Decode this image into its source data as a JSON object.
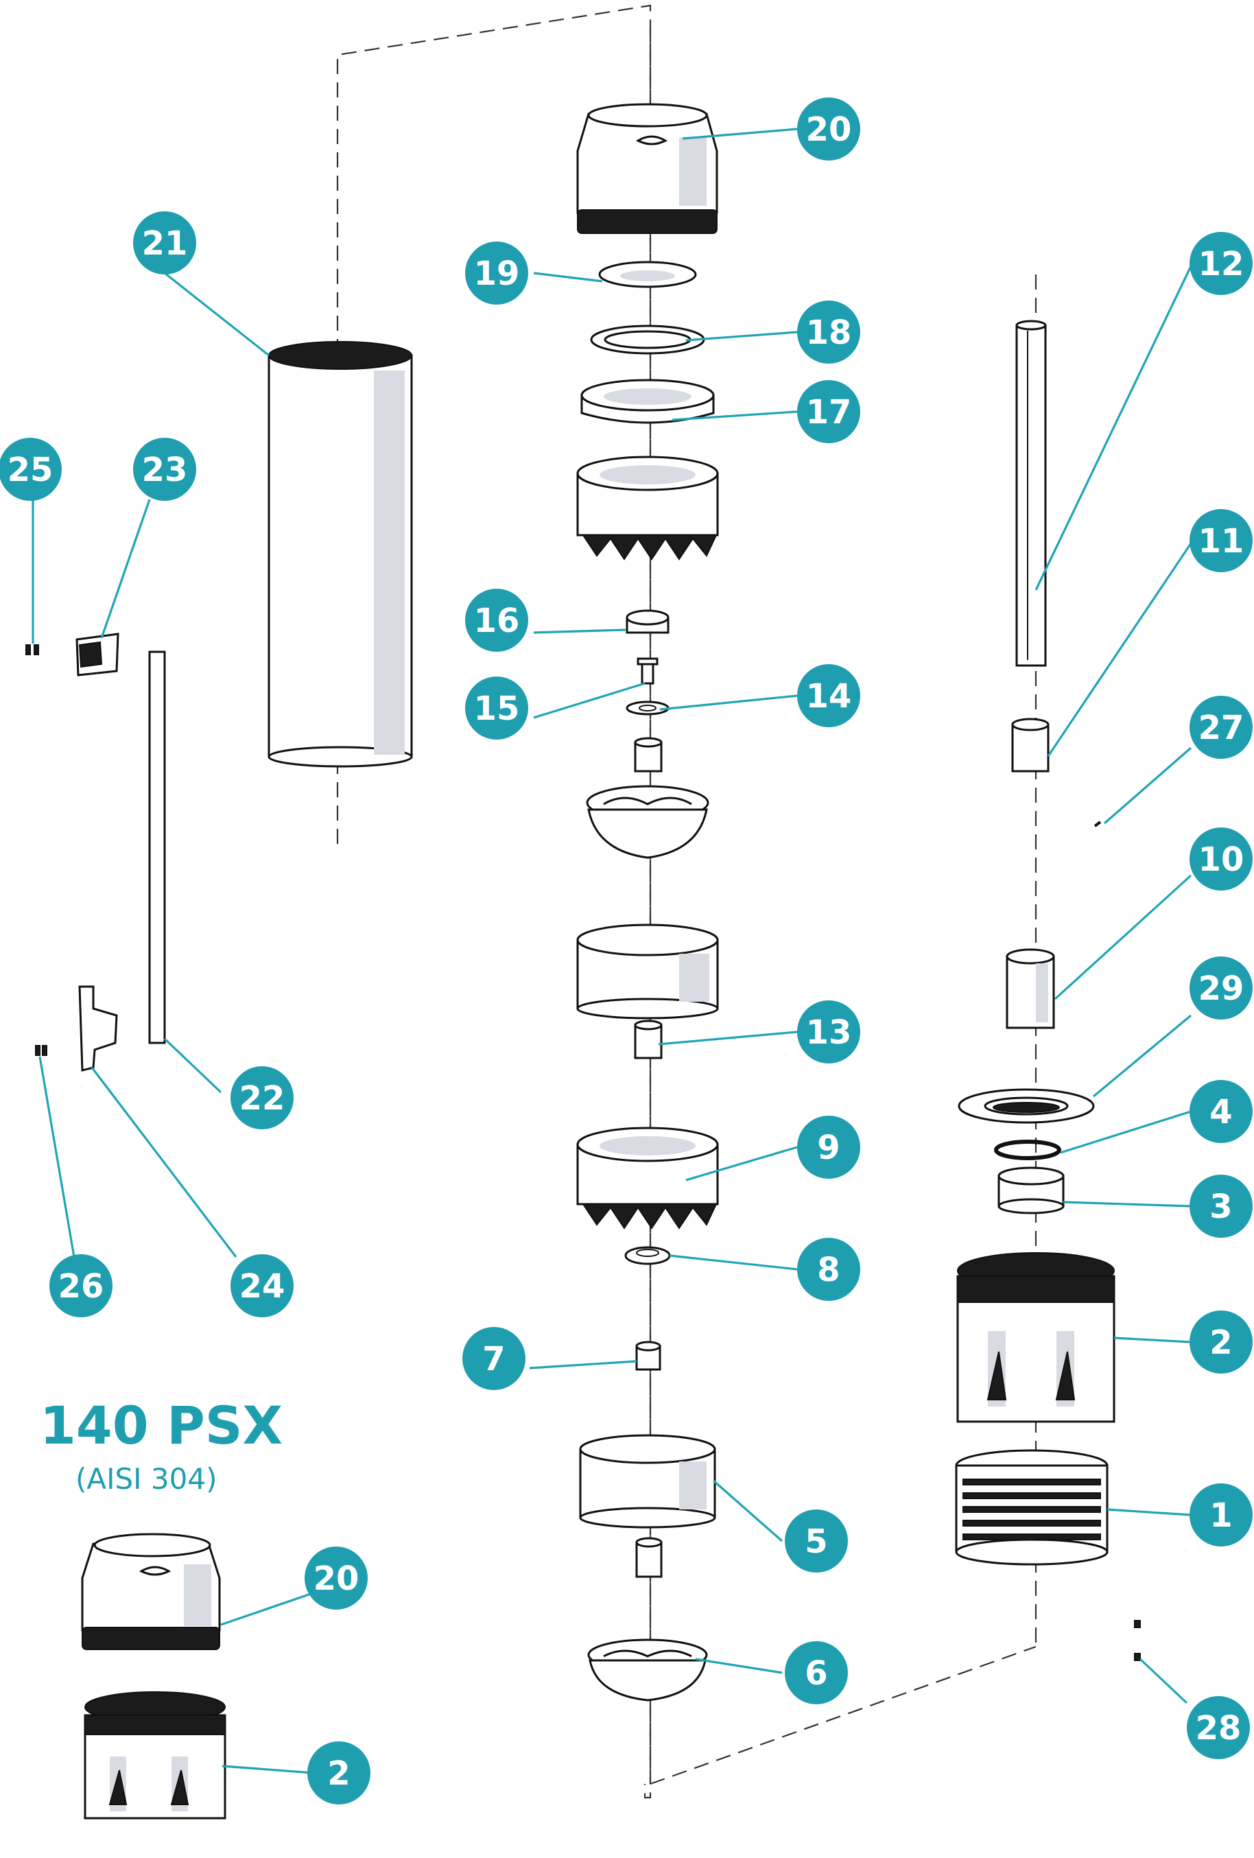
{
  "title": "140 PSX",
  "subtitle": "(AISI 304)",
  "colors": {
    "accent": "#1f9eb0",
    "leader": "#1fa5b6",
    "outline": "#111111"
  },
  "callouts": [
    {
      "id": "c20a",
      "label": "20"
    },
    {
      "id": "c19",
      "label": "19"
    },
    {
      "id": "c18",
      "label": "18"
    },
    {
      "id": "c17",
      "label": "17"
    },
    {
      "id": "c16",
      "label": "16"
    },
    {
      "id": "c15",
      "label": "15"
    },
    {
      "id": "c14",
      "label": "14"
    },
    {
      "id": "c13",
      "label": "13"
    },
    {
      "id": "c9",
      "label": "9"
    },
    {
      "id": "c8",
      "label": "8"
    },
    {
      "id": "c7",
      "label": "7"
    },
    {
      "id": "c5",
      "label": "5"
    },
    {
      "id": "c6",
      "label": "6"
    },
    {
      "id": "c21",
      "label": "21"
    },
    {
      "id": "c25",
      "label": "25"
    },
    {
      "id": "c23",
      "label": "23"
    },
    {
      "id": "c22",
      "label": "22"
    },
    {
      "id": "c26",
      "label": "26"
    },
    {
      "id": "c24",
      "label": "24"
    },
    {
      "id": "c20b",
      "label": "20"
    },
    {
      "id": "c2b",
      "label": "2"
    },
    {
      "id": "c12",
      "label": "12"
    },
    {
      "id": "c11",
      "label": "11"
    },
    {
      "id": "c27",
      "label": "27"
    },
    {
      "id": "c10",
      "label": "10"
    },
    {
      "id": "c29",
      "label": "29"
    },
    {
      "id": "c4",
      "label": "4"
    },
    {
      "id": "c3",
      "label": "3"
    },
    {
      "id": "c2a",
      "label": "2"
    },
    {
      "id": "c1",
      "label": "1"
    },
    {
      "id": "c28",
      "label": "28"
    }
  ]
}
